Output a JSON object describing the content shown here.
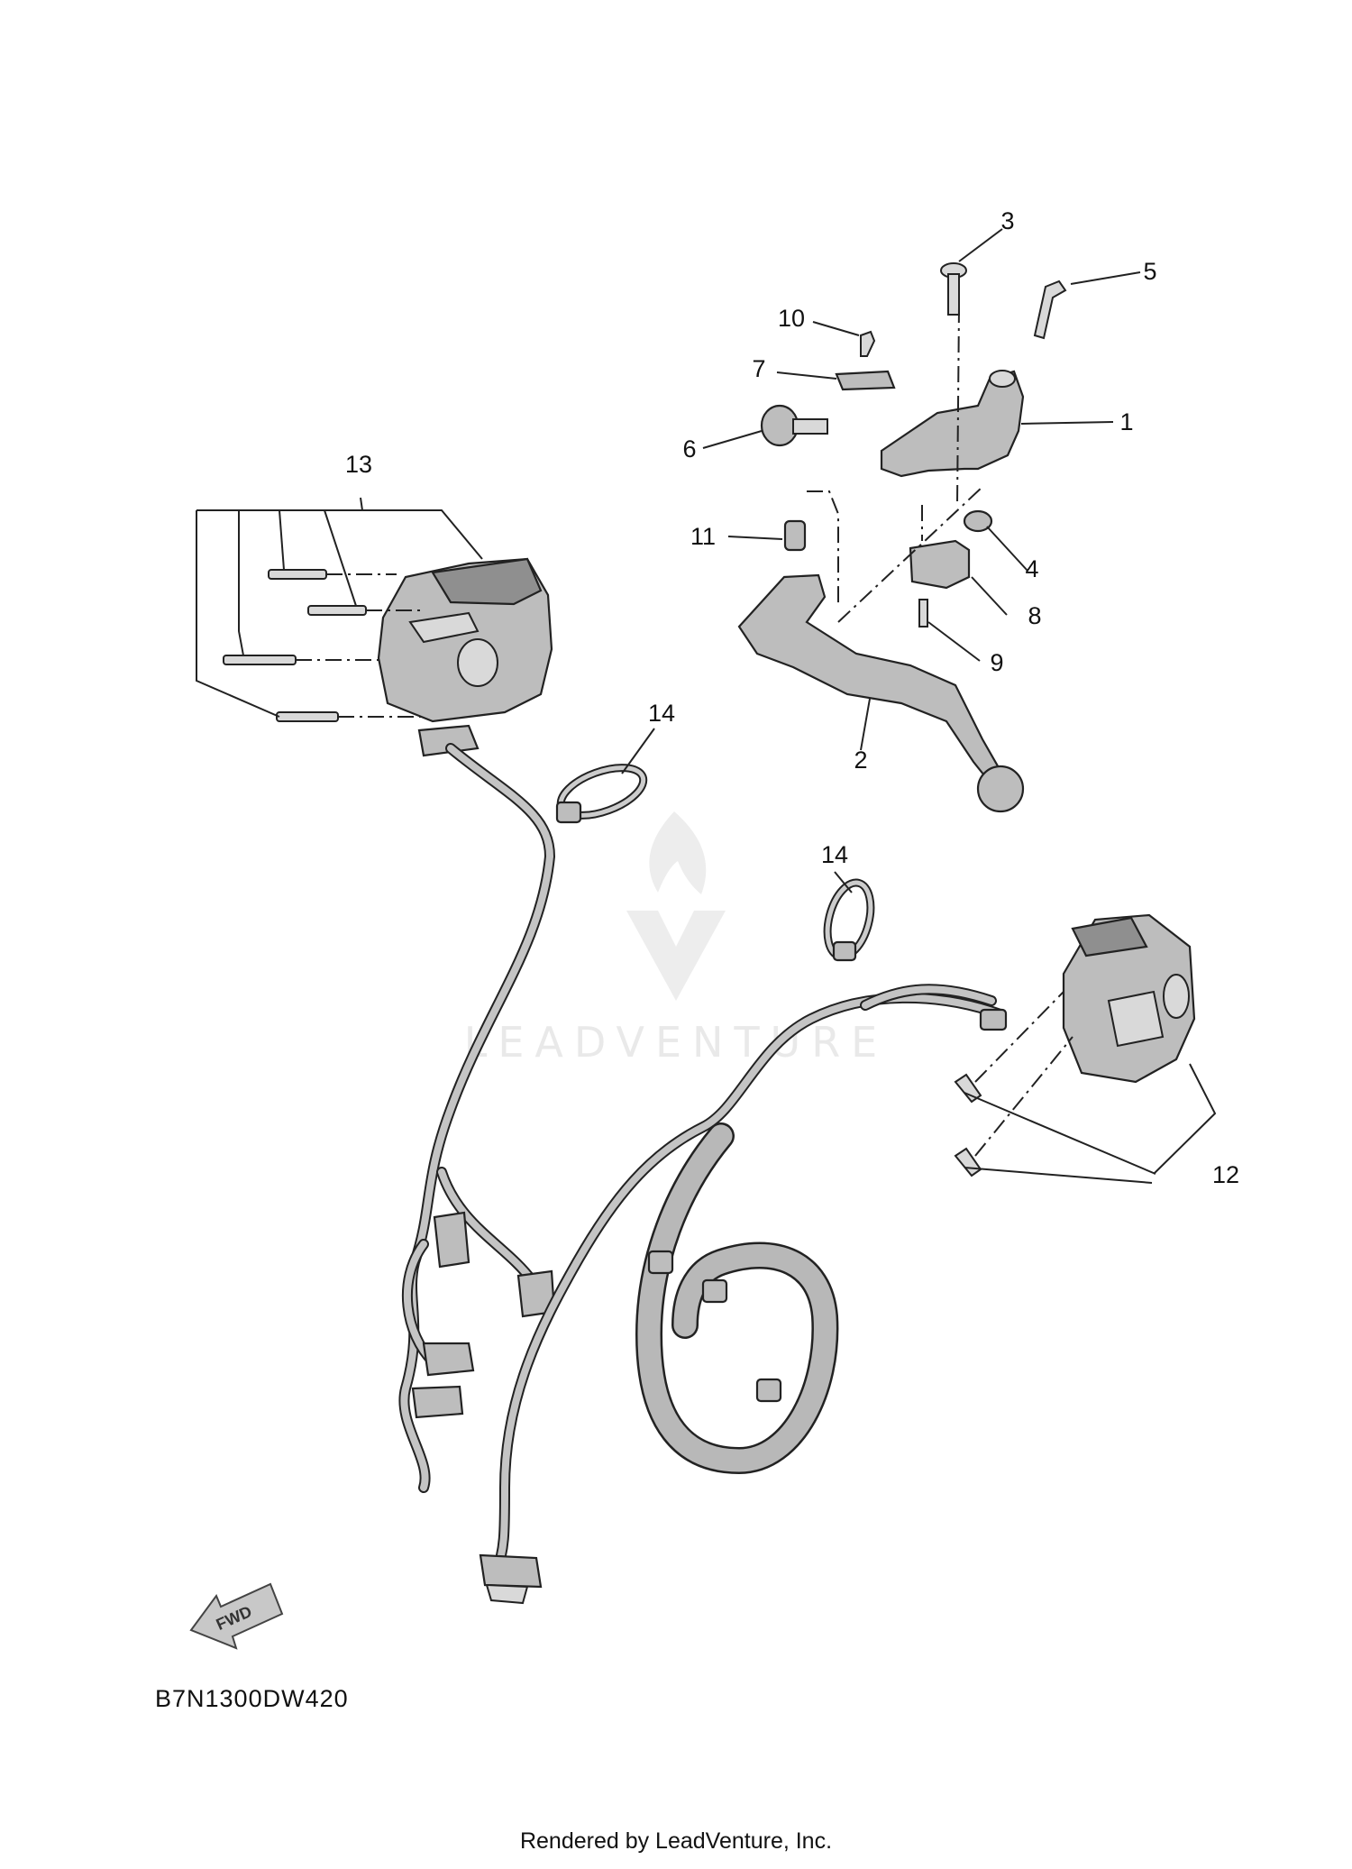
{
  "callouts": {
    "c1": "1",
    "c2": "2",
    "c3": "3",
    "c4": "4",
    "c5": "5",
    "c6": "6",
    "c7": "7",
    "c8": "8",
    "c9": "9",
    "c10": "10",
    "c11": "11",
    "c12": "12",
    "c13": "13",
    "c14a": "14",
    "c14b": "14"
  },
  "fwd_label": "FWD",
  "diagram_code": "B7N1300DW420",
  "watermark_text": "LEADVENTURE",
  "footer_text": "Rendered by LeadVenture, Inc.",
  "colors": {
    "part_fill": "#bdbdbd",
    "outline": "#222222",
    "watermark": "#e9e9e9"
  }
}
